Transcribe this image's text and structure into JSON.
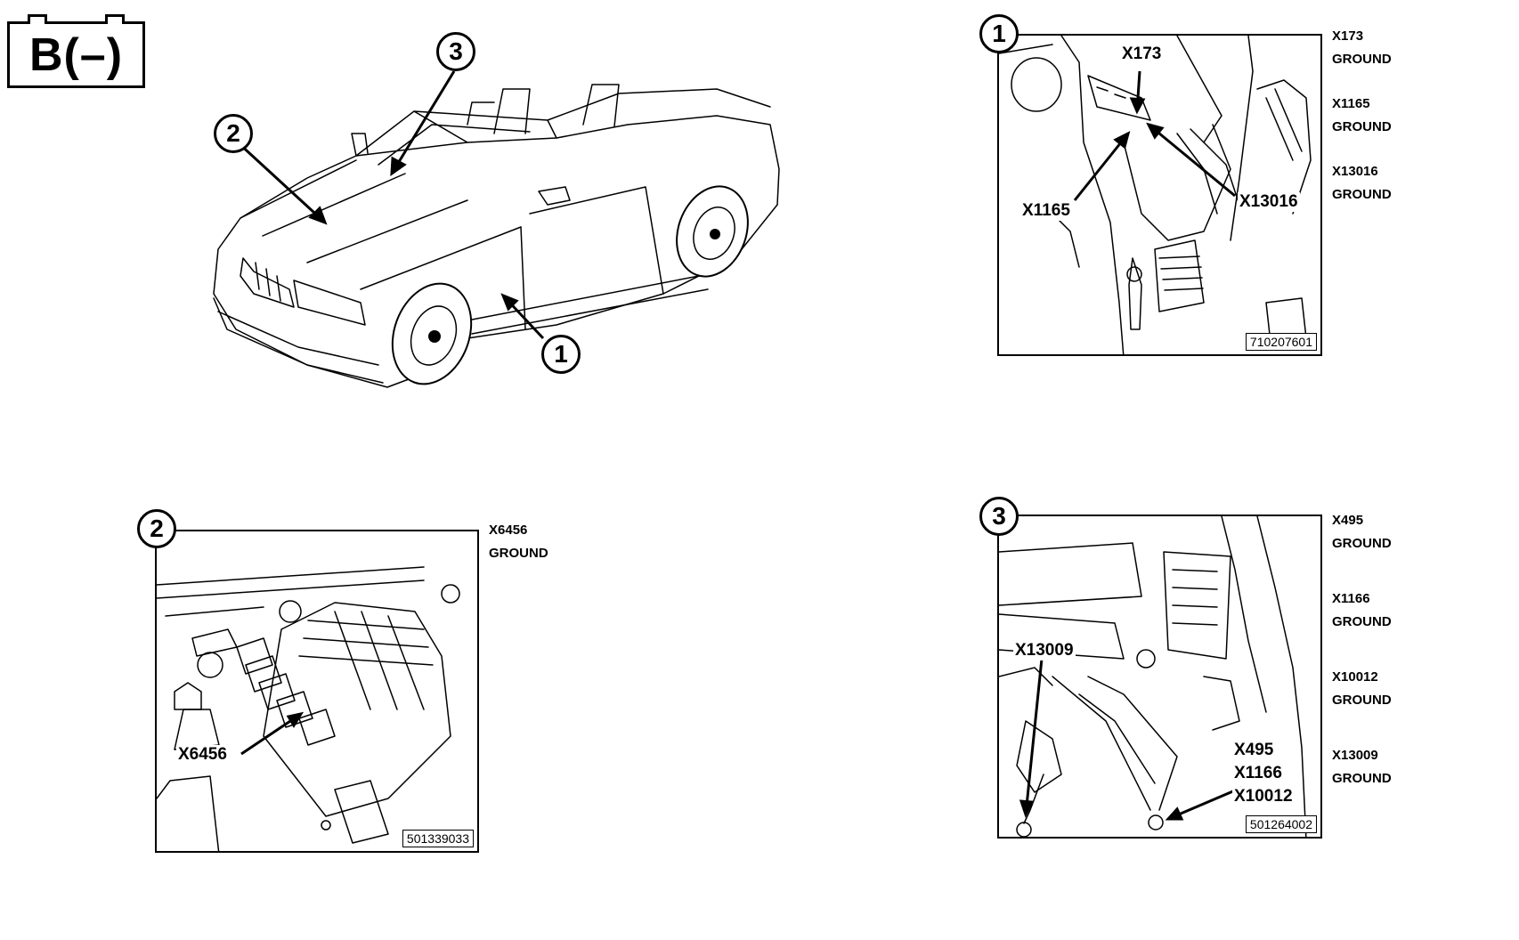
{
  "badge": {
    "text": "B(–)"
  },
  "car": {
    "callouts": [
      "2",
      "3",
      "1"
    ]
  },
  "panels": [
    {
      "number": "1",
      "code": "710207601",
      "labels": [
        "X173",
        "X1165",
        "X13016"
      ],
      "side": [
        {
          "id": "X173",
          "text": "GROUND"
        },
        {
          "id": "X1165",
          "text": "GROUND"
        },
        {
          "id": "X13016",
          "text": "GROUND"
        }
      ]
    },
    {
      "number": "2",
      "code": "501339033",
      "labels": [
        "X6456"
      ],
      "side": [
        {
          "id": "X6456",
          "text": "GROUND"
        }
      ]
    },
    {
      "number": "3",
      "code": "501264002",
      "labels": [
        "X13009",
        "X495",
        "X1166",
        "X10012"
      ],
      "side": [
        {
          "id": "X495",
          "text": "GROUND"
        },
        {
          "id": "X1166",
          "text": "GROUND"
        },
        {
          "id": "X10012",
          "text": "GROUND"
        },
        {
          "id": "X13009",
          "text": "GROUND"
        }
      ]
    }
  ]
}
